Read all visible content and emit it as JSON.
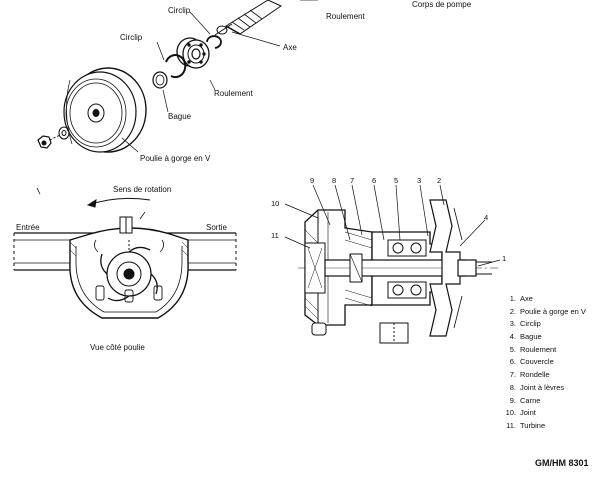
{
  "top_view": {
    "labels": {
      "circlip_top": "Circlip",
      "roulement_top": "Roulement",
      "corps_de_pompe": "Corps de pompe",
      "axe": "Axe",
      "circlip": "Circlip",
      "roulement": "Roulement",
      "bague": "Bague",
      "poulie": "Poulie à gorge en V"
    }
  },
  "side_view": {
    "labels": {
      "sens_de_rotation": "Sens de rotation",
      "entree": "Entrée",
      "sortie": "Sortie",
      "vue_cote_poulie": "Vue côté poulie"
    }
  },
  "section_view": {
    "callouts": [
      "9",
      "8",
      "7",
      "6",
      "5",
      "3",
      "2",
      "4",
      "1",
      "10",
      "11"
    ]
  },
  "legend": {
    "items": [
      {
        "num": "1.",
        "text": "Axe"
      },
      {
        "num": "2.",
        "text": "Poulie à gorge en V"
      },
      {
        "num": "3.",
        "text": "Circlip"
      },
      {
        "num": "4.",
        "text": "Bague"
      },
      {
        "num": "5.",
        "text": "Roulement"
      },
      {
        "num": "6.",
        "text": "Couvercle"
      },
      {
        "num": "7.",
        "text": "Rondelle"
      },
      {
        "num": "8.",
        "text": "Joint à lèvres"
      },
      {
        "num": "9.",
        "text": "Carne"
      },
      {
        "num": "10.",
        "text": "Joint"
      },
      {
        "num": "11.",
        "text": "Turbine"
      }
    ]
  },
  "reference": "GM/HM 8301"
}
